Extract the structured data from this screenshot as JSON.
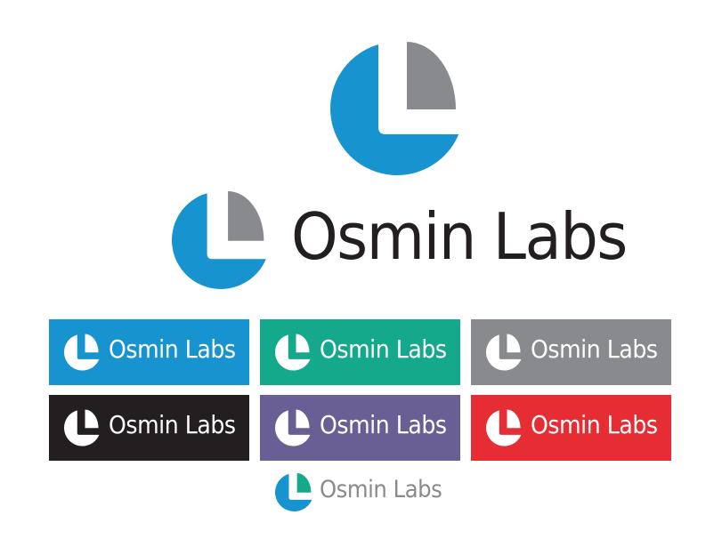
{
  "brand": {
    "name": "Osmin Labs",
    "colors": {
      "blue": "#1793d0",
      "gray": "#898a8d",
      "teal": "#15a98c",
      "black": "#231f20",
      "purple": "#6a5f94",
      "red": "#e52d33",
      "white": "#ffffff"
    }
  },
  "primary_mark": {
    "icon": "osmin-labs-l-pie-icon",
    "circle_color": "#1793d0",
    "quadrant_color": "#898a8d"
  },
  "horizontal_lockup": {
    "icon": "osmin-labs-l-pie-icon",
    "wordmark": "Osmin Labs",
    "text_color": "#231f20"
  },
  "tiles": [
    {
      "label": "Osmin Labs",
      "background": "#1793d0",
      "foreground": "#ffffff"
    },
    {
      "label": "Osmin Labs",
      "background": "#15a98c",
      "foreground": "#ffffff"
    },
    {
      "label": "Osmin Labs",
      "background": "#898a8d",
      "foreground": "#ffffff"
    },
    {
      "label": "Osmin Labs",
      "background": "#231f20",
      "foreground": "#ffffff"
    },
    {
      "label": "Osmin Labs",
      "background": "#6a5f94",
      "foreground": "#ffffff"
    },
    {
      "label": "Osmin Labs",
      "background": "#e52d33",
      "foreground": "#ffffff"
    }
  ],
  "small_lockup": {
    "icon": "osmin-labs-l-pie-icon",
    "wordmark": "Osmin Labs",
    "circle_color": "#1793d0",
    "quadrant_color": "#15a98c",
    "text_color": "#8a8a8d"
  }
}
